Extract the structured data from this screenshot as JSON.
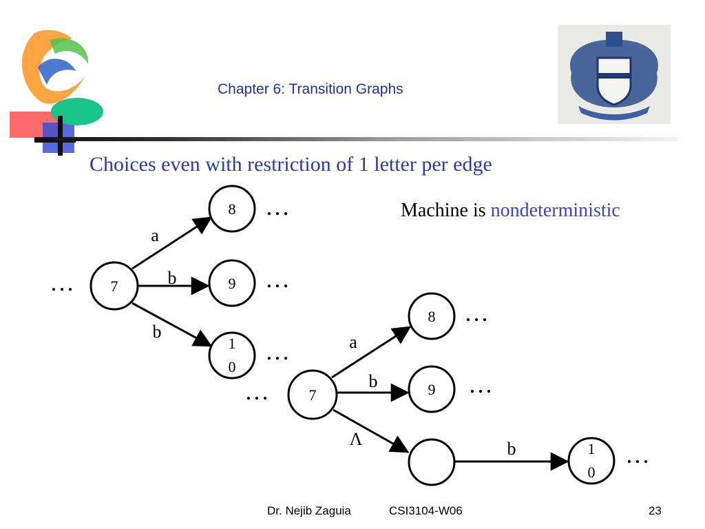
{
  "header": {
    "chapter_title": "Chapter 6: Transition Graphs"
  },
  "slide": {
    "heading": "Choices even with restriction of 1 letter per edge",
    "note_prefix": "Machine is",
    "note_highlight": "nondeterministic"
  },
  "colors": {
    "title_blue": "#1f2fa8",
    "highlight_blue": "#3a3fd0"
  },
  "diagram_top": {
    "states": {
      "source": "7",
      "a_target": "8",
      "b_target": "9",
      "b2_target_line1": "1",
      "b2_target_line2": "0"
    },
    "edges": {
      "a": "a",
      "b": "b",
      "b2": "b"
    },
    "ellipsis": "…"
  },
  "diagram_bottom": {
    "states": {
      "source": "7",
      "a_target": "8",
      "b_target": "9",
      "empty_state": "",
      "final_line1": "1",
      "final_line2": "0"
    },
    "edges": {
      "a": "a",
      "b": "b",
      "lambda": "Λ",
      "b_final": "b"
    },
    "ellipsis": "…"
  },
  "footer": {
    "author": "Dr. Nejib Zaguia",
    "course": "CSI3104-W06",
    "page_number": "23"
  }
}
